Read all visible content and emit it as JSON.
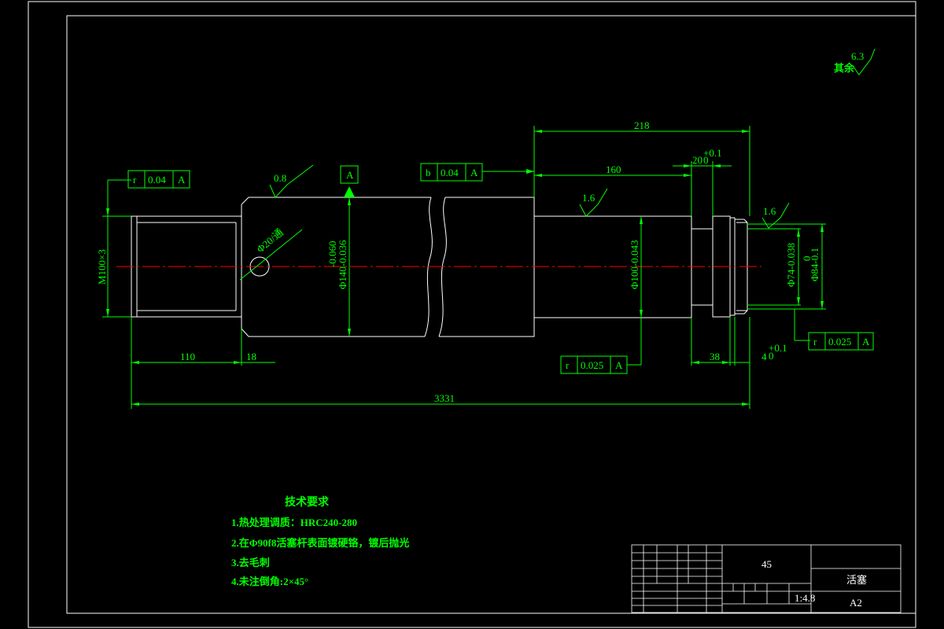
{
  "drawing": {
    "roughness_other": {
      "label": "其余",
      "value": "6.3"
    },
    "dims": {
      "d218": "218",
      "d160": "160",
      "d20": "20",
      "d20_tol_up": "+0.1",
      "d20_tol_lo": "0",
      "d110": "110",
      "d18": "18",
      "d3331": "3331",
      "d38": "38",
      "d4": "4",
      "d4_tol_up": "+0.1",
      "d4_tol_lo": "0",
      "thread": "M100×3",
      "hole": "Φ20/通",
      "dia140": "Φ140-0.036",
      "dia140_tol2": "-0.060",
      "dia100": "Φ100-0.043",
      "dia74": "Φ74-0.038",
      "dia84": "Φ84-0.1",
      "dia84_tol2": "0"
    },
    "roughness": {
      "r08": "0.8",
      "r16a": "1.6",
      "r16b": "1.6"
    },
    "datum": "A",
    "tol_frames": [
      {
        "symbol": "r",
        "value": "0.04",
        "datum": "A"
      },
      {
        "symbol": "b",
        "value": "0.04",
        "datum": "A"
      },
      {
        "symbol": "r",
        "value": "0.025",
        "datum": "A"
      },
      {
        "symbol": "r",
        "value": "0.025",
        "datum": "A"
      }
    ]
  },
  "tech_requirements": {
    "title": "技术要求",
    "items": [
      "1.热处理调质：HRC240-280",
      "2.在Φ90f8活塞杆表面镀硬铬，镀后抛光",
      "3.去毛刺",
      "4.未注倒角:2×45°"
    ]
  },
  "title_block": {
    "material": "45",
    "part_name": "活塞",
    "sheet_size": "A2",
    "scale": "1:4.8"
  },
  "colors": {
    "line": "#ffffff",
    "dim": "#00ff00",
    "center": "#ff0000",
    "bg": "#000000"
  }
}
